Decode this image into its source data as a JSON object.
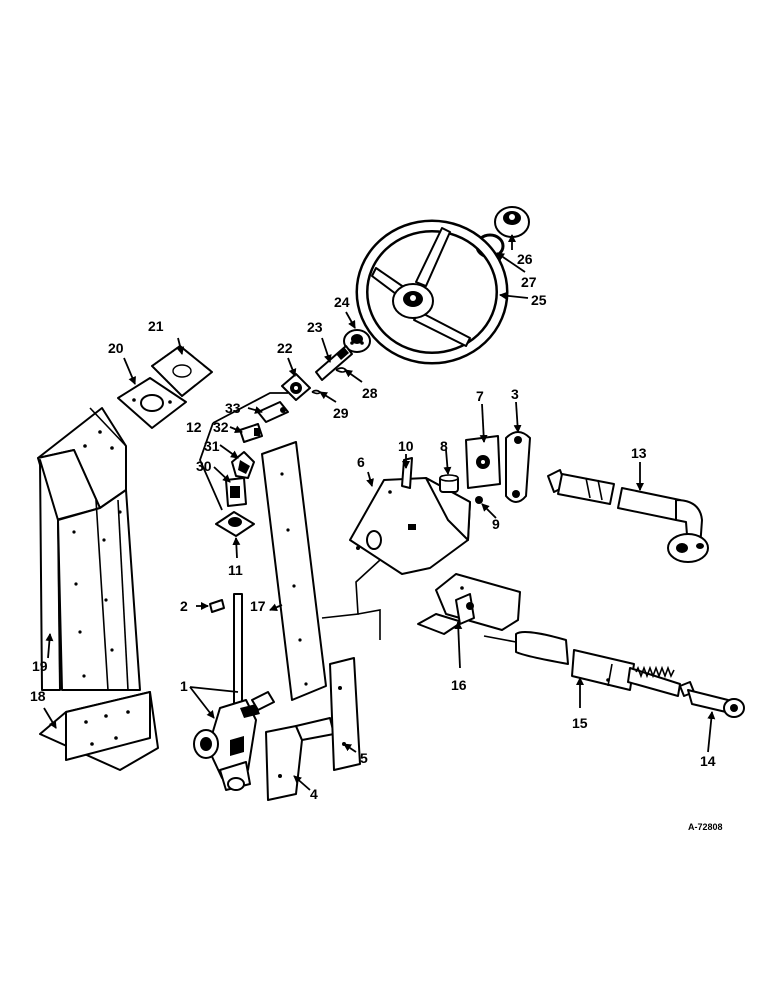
{
  "drawing": {
    "reference": "A-72808"
  },
  "callouts": {
    "c1": "1",
    "c2": "2",
    "c3": "3",
    "c4": "4",
    "c5": "5",
    "c6": "6",
    "c7": "7",
    "c8": "8",
    "c9": "9",
    "c10": "10",
    "c11": "11",
    "c12": "12",
    "c13": "13",
    "c14": "14",
    "c15": "15",
    "c16": "16",
    "c17": "17",
    "c18": "18",
    "c19": "19",
    "c20": "20",
    "c21": "21",
    "c22": "22",
    "c23": "23",
    "c24": "24",
    "c25": "25",
    "c26": "26",
    "c27": "27",
    "c28": "28",
    "c29": "29",
    "c30": "30",
    "c31": "31",
    "c32": "32",
    "c33": "33"
  },
  "icons": {
    "arrowhead": "arrowhead-icon"
  }
}
